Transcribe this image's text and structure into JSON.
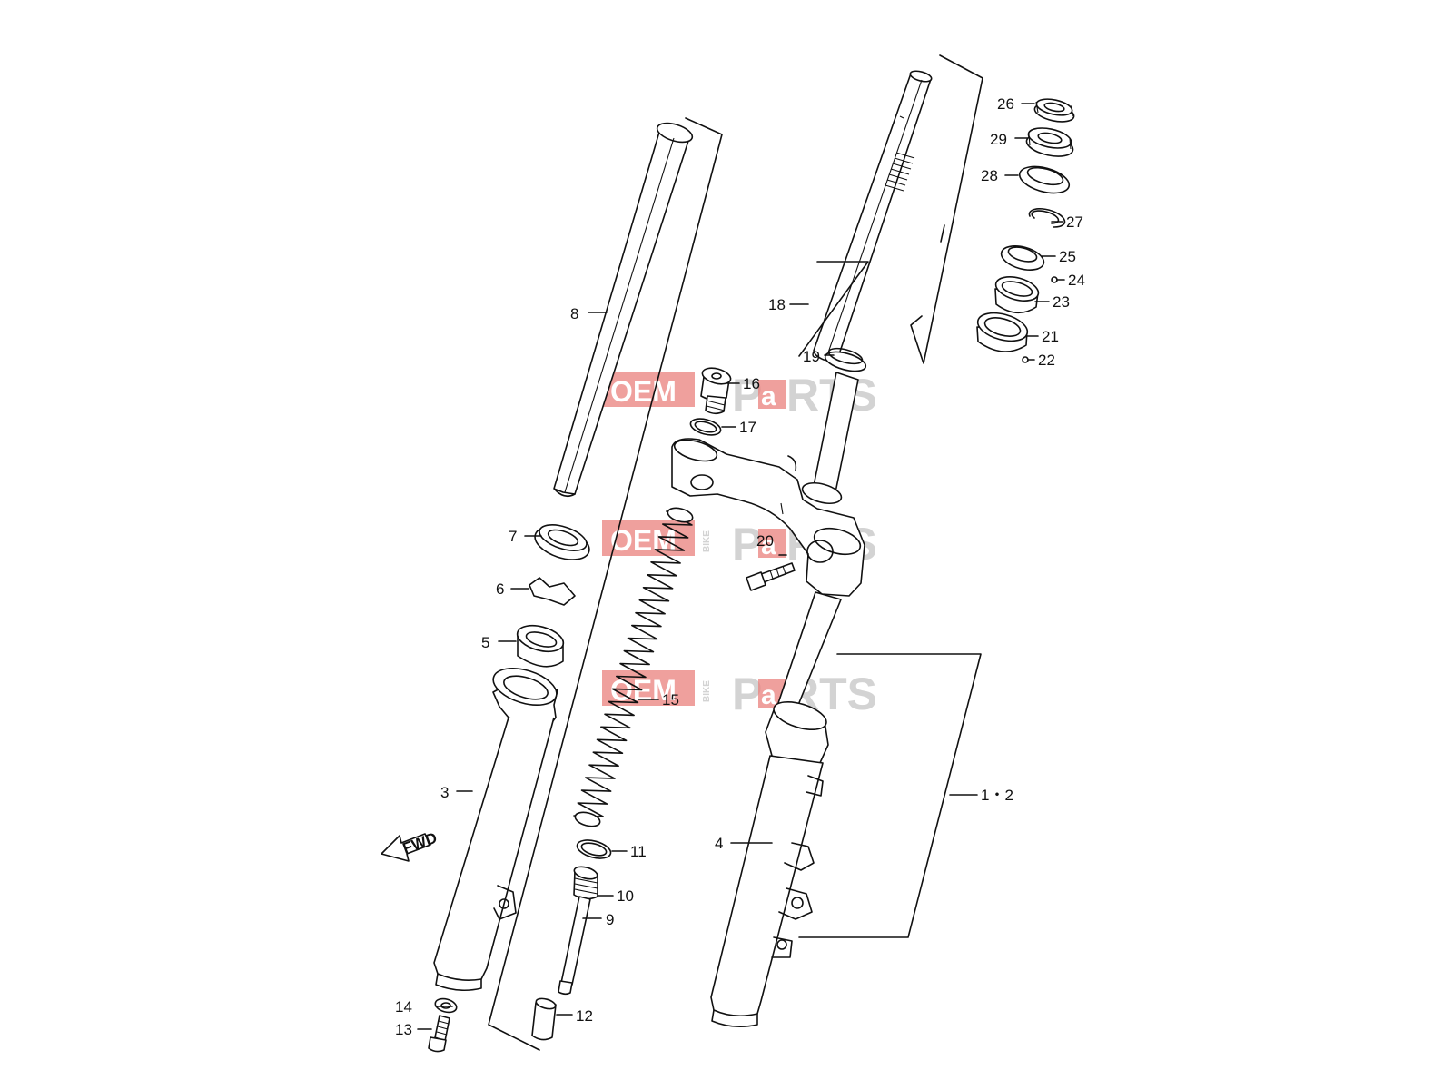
{
  "watermark": {
    "left": "OEM",
    "side": "BIKE",
    "right_a": "P",
    "right_b": "a",
    "right_c": "RTS",
    "colors": {
      "red": "#e8736f",
      "grey": "#cfcfcf"
    }
  },
  "fwd_label": "FWD",
  "callouts": {
    "c1_2": "1・2",
    "c3": "3",
    "c4": "4",
    "c5": "5",
    "c6": "6",
    "c7": "7",
    "c8": "8",
    "c9": "9",
    "c10": "10",
    "c11": "11",
    "c12": "12",
    "c13": "13",
    "c14": "14",
    "c15": "15",
    "c16": "16",
    "c17": "17",
    "c18": "18",
    "c19": "19",
    "c20": "20",
    "c21": "21",
    "c22": "22",
    "c23": "23",
    "c24": "24",
    "c25": "25",
    "c26": "26",
    "c27": "27",
    "c28": "28",
    "c29": "29"
  }
}
